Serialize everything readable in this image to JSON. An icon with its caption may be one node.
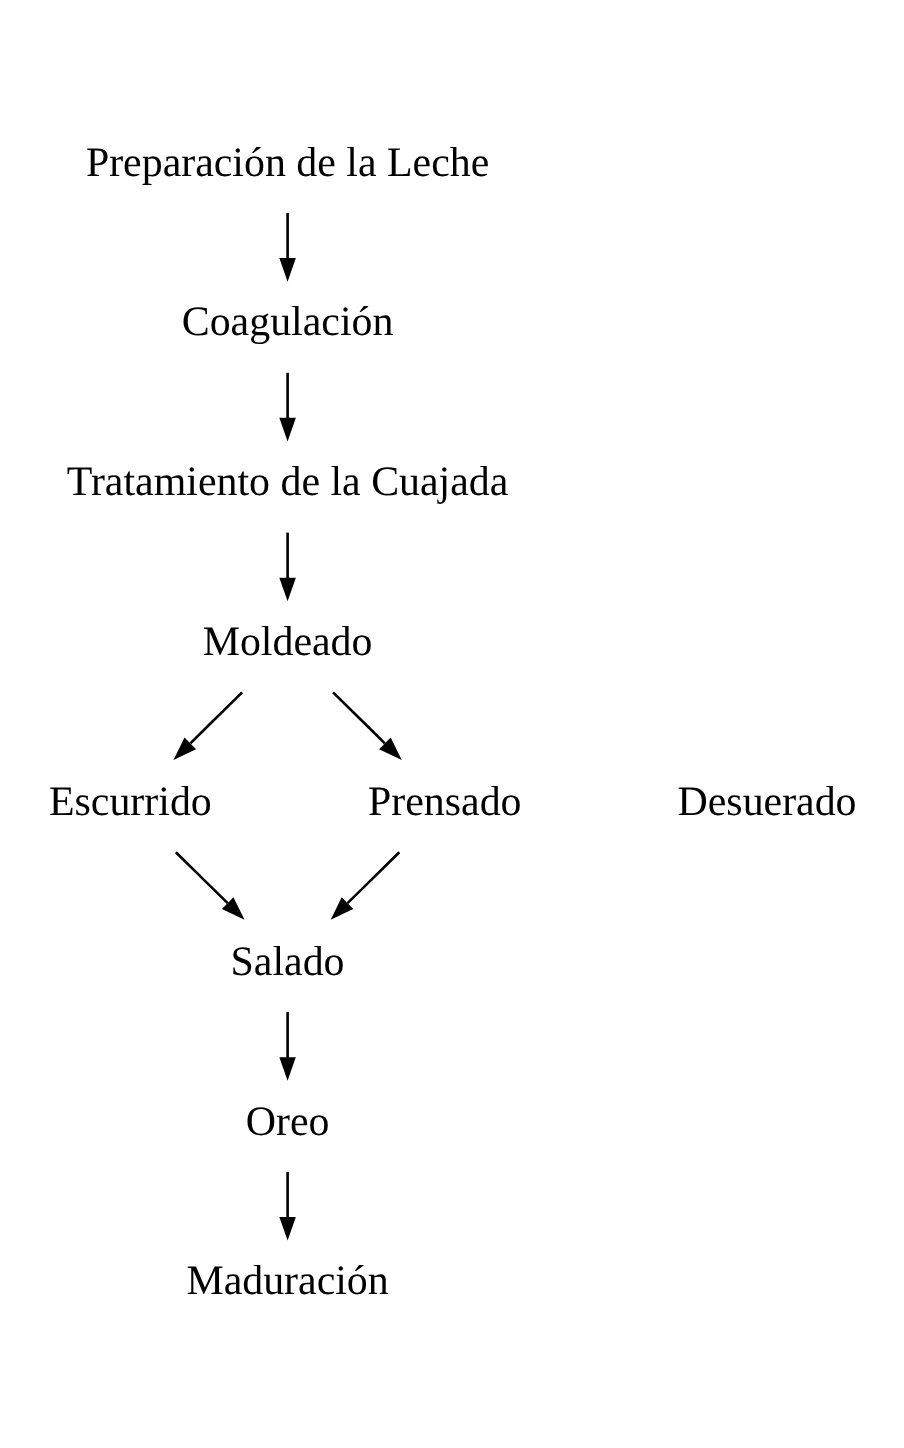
{
  "diagram": {
    "nodes": [
      {
        "text": [
          "Preparación de la Leche"
        ]
      },
      {
        "text": [
          "Coagulación"
        ]
      },
      {
        "text": [
          "Tratamiento de la Cuajada"
        ]
      },
      {
        "text": [
          "Moldeado"
        ]
      },
      {
        "text": [
          "Escurrido"
        ]
      },
      {
        "text": [
          "Prensado"
        ]
      },
      {
        "text": [
          "Salado"
        ]
      },
      {
        "text": [
          "Oreo"
        ]
      },
      {
        "text": [
          "Maduración"
        ]
      }
    ],
    "edges": [
      {
        "from": 0,
        "to": 1,
        "arrow": "to"
      },
      {
        "from": 1,
        "to": 2,
        "arrow": "to"
      },
      {
        "from": 2,
        "to": 3,
        "arrow": "to"
      },
      {
        "from": 3,
        "to": 4,
        "arrow": "to"
      },
      {
        "from": 3,
        "to": 5,
        "arrow": "to"
      },
      {
        "from": 4,
        "to": 6,
        "arrow": "to"
      },
      {
        "from": 5,
        "to": 6,
        "arrow": "to"
      },
      {
        "from": 6,
        "to": 7,
        "arrow": "to"
      },
      {
        "from": 7,
        "to": 8,
        "arrow": "to"
      }
    ],
    "labels": [
      "Desuerado"
    ]
  }
}
